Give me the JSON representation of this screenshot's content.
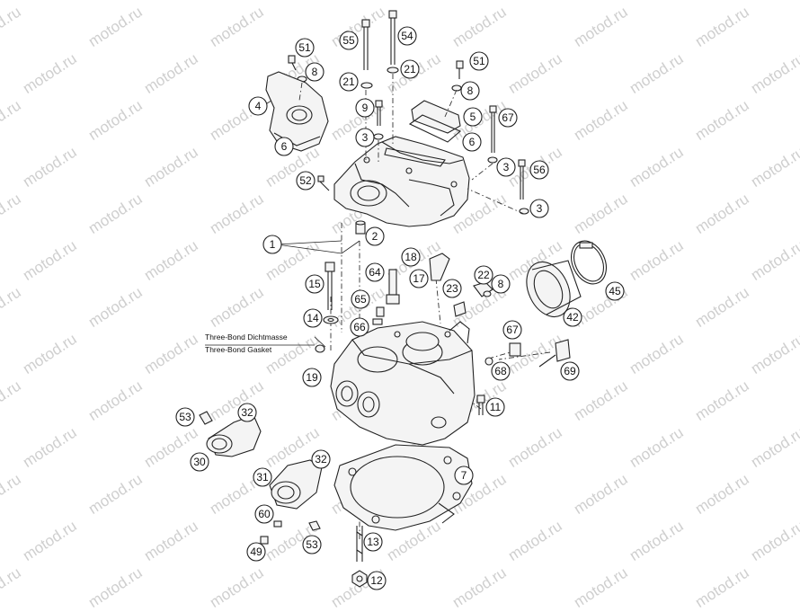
{
  "watermark": "motod.ru",
  "note": {
    "line1": "Three-Bond Dichtmasse",
    "line2": "Three-Bond Gasket"
  },
  "callouts": [
    "51",
    "8",
    "4",
    "6",
    "55",
    "54",
    "21",
    "21",
    "9",
    "3",
    "51",
    "8",
    "5",
    "6",
    "67",
    "3",
    "56",
    "3",
    "52",
    "1",
    "2",
    "18",
    "64",
    "17",
    "22",
    "23",
    "8",
    "15",
    "65",
    "14",
    "66",
    "67",
    "45",
    "42",
    "68",
    "69",
    "19",
    "11",
    "53",
    "32",
    "30",
    "32",
    "31",
    "7",
    "60",
    "49",
    "53",
    "13",
    "12"
  ]
}
